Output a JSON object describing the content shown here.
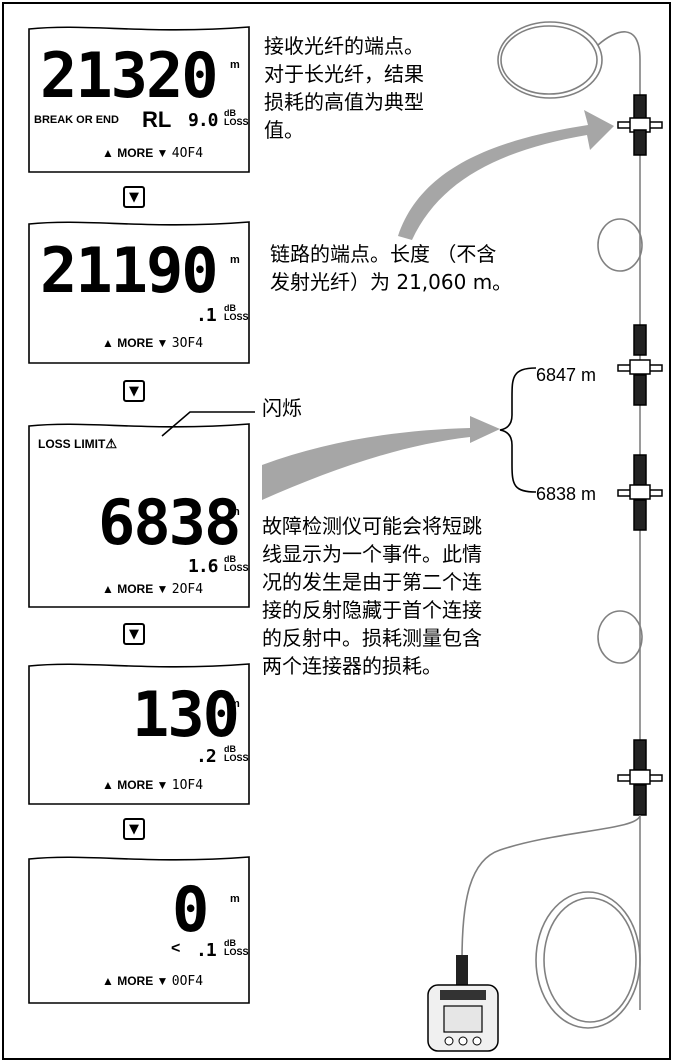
{
  "screens": [
    {
      "value": "21320",
      "unit": "m",
      "event": "BREAK OR END",
      "rl": "RL",
      "loss": "9.0",
      "db": "dB",
      "loss_label": "LOSS",
      "more": "▲ MORE ▼",
      "page": "4OF4"
    },
    {
      "value": "21190",
      "unit": "m",
      "loss": ".1",
      "db": "dB",
      "loss_label": "LOSS",
      "more": "▲ MORE ▼",
      "page": "3OF4"
    },
    {
      "value": "6838",
      "unit": "m",
      "warning": "LOSS LIMIT",
      "loss": "1.6",
      "db": "dB",
      "loss_label": "LOSS",
      "more": "▲ MORE ▼",
      "page": "2OF4"
    },
    {
      "value": "130",
      "unit": "m",
      "loss": ".2",
      "db": "dB",
      "loss_label": "LOSS",
      "more": "▲ MORE ▼",
      "page": "1OF4"
    },
    {
      "value": "0",
      "unit": "m",
      "prefix": "<",
      "loss": ".1",
      "db": "dB",
      "loss_label": "LOSS",
      "more": "▲ MORE ▼",
      "page": "0OF4"
    }
  ],
  "nav_button_symbol": "▼",
  "notes": {
    "end_of_receive_fiber": [
      "接收光纤的端点。",
      "对于长光纤，结果",
      "损耗的高值为典型",
      "值。"
    ],
    "end_of_link": [
      "链路的端点。长度 （不含",
      "发射光纤）为 21,060 m。"
    ],
    "blinking": "闪烁",
    "jumper_event": [
      "故障检测仪可能会将短跳",
      "线显示为一个事件。此情",
      "况的发生是由于第二个连",
      "接的反射隐藏于首个连接",
      "的反射中。损耗测量包含",
      "两个连接器的损耗。"
    ]
  },
  "distances": {
    "upper": "6847 m",
    "lower": "6838 m"
  },
  "colors": {
    "arrow": "#a6a6a6",
    "line": "#000000",
    "fiber": "#808080"
  },
  "icons": {
    "warning": "warning-triangle-icon",
    "nav": "down-arrow-icon"
  }
}
